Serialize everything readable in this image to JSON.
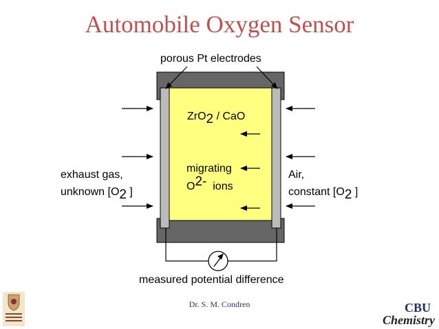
{
  "title": "Automobile Oxygen Sensor",
  "labels": {
    "electrodes": "porous Pt electrodes",
    "electrolyte_main": "ZrO",
    "electrolyte_sub": "2",
    "electrolyte_rest": " / CaO",
    "migrating_line1": "migrating",
    "migrating_o": "O",
    "migrating_sup": "2-",
    "migrating_ions": "  ions",
    "left_line1": "exhaust gas,",
    "left_line2_pre": "unknown [O",
    "left_line2_sub": "2",
    "left_line2_post": " ]",
    "right_line1": "Air,",
    "right_line2_pre": "constant [O",
    "right_line2_sub": "2",
    "right_line2_post": " ]",
    "potential": "measured potential difference"
  },
  "footer": {
    "credit": "Dr. S. M. Condren",
    "logo_top": "CBU",
    "logo_bottom": "Chemistry"
  },
  "colors": {
    "title": "#c0504d",
    "electrolyte": "#ffff80",
    "housing": "#666666",
    "electrode": "#bbbbbb"
  }
}
